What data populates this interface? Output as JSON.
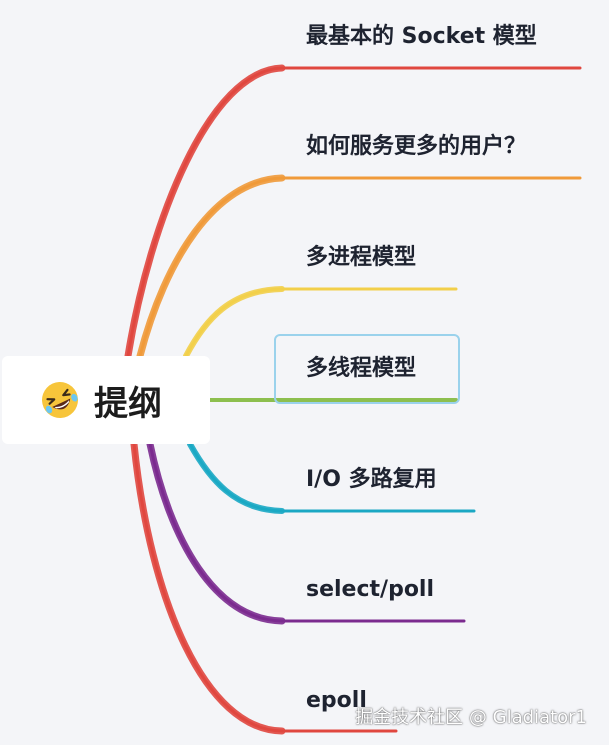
{
  "root": {
    "label": "提纲",
    "emoji_name": "rolling-on-floor-laughing-emoji"
  },
  "topics": [
    {
      "label": "最基本的 Socket 模型",
      "color": "#e0473f"
    },
    {
      "label": "如何服务更多的用户？",
      "color": "#f09a3a"
    },
    {
      "label": "多进程模型",
      "color": "#f2cf4a"
    },
    {
      "label": "多线程模型",
      "color": "#8dbf4f"
    },
    {
      "label": "I/O 多路复用",
      "color": "#1ba8c4"
    },
    {
      "label": "select/poll",
      "color": "#7b2b8f"
    },
    {
      "label": "epoll",
      "color": "#e0473f"
    }
  ],
  "selected_topic": "多线程模型",
  "watermark": "掘金技术社区 @ Gladiator1"
}
